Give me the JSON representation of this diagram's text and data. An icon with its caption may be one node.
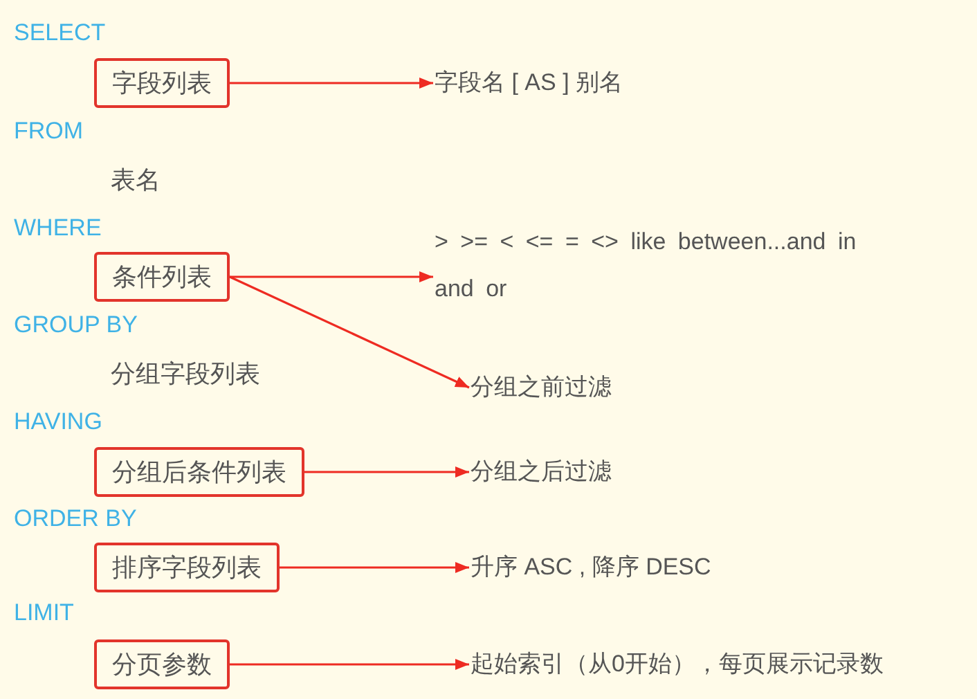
{
  "diagram": {
    "nodes": [
      {
        "text": [
          "字段列表"
        ]
      },
      {
        "text": [
          "字段名 [ AS ] 别名"
        ]
      },
      {
        "text": [
          "条件列表"
        ]
      },
      {
        "text": [
          "> >= < <= = <> like between...and in and or"
        ]
      },
      {
        "text": [
          "分组之前过滤"
        ]
      },
      {
        "text": [
          "分组后条件列表"
        ]
      },
      {
        "text": [
          "分组之后过滤"
        ]
      },
      {
        "text": [
          "排序字段列表"
        ]
      },
      {
        "text": [
          "升序 ASC , 降序 DESC"
        ]
      },
      {
        "text": [
          "分页参数"
        ]
      },
      {
        "text": [
          "起始索引（从0开始），每页展示记录数"
        ]
      }
    ],
    "edges": [
      {
        "from": 0,
        "to": 1,
        "arrow": "to"
      },
      {
        "from": 2,
        "to": 3,
        "arrow": "to"
      },
      {
        "from": 2,
        "to": 4,
        "arrow": "to"
      },
      {
        "from": 5,
        "to": 6,
        "arrow": "to"
      },
      {
        "from": 7,
        "to": 8,
        "arrow": "to"
      },
      {
        "from": 9,
        "to": 10,
        "arrow": "to"
      }
    ],
    "labels": [
      "SELECT",
      "FROM",
      "表名",
      "WHERE",
      "GROUP BY",
      "分组字段列表",
      "HAVING",
      "ORDER BY",
      "LIMIT"
    ]
  }
}
